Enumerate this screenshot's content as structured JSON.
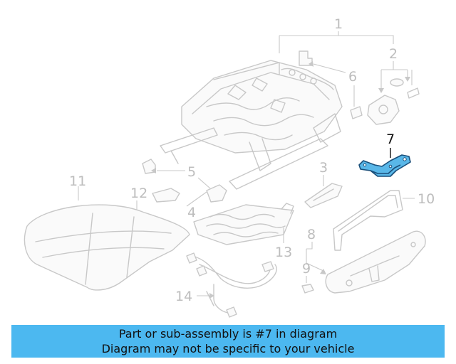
{
  "diagram": {
    "highlighted_part": "7",
    "highlight_color": "#59b7e8",
    "callouts": {
      "c1": "1",
      "c2": "2",
      "c3": "3",
      "c4": "4",
      "c5": "5",
      "c6": "6",
      "c7": "7",
      "c8": "8",
      "c9": "9",
      "c10": "10",
      "c11": "11",
      "c12": "12",
      "c13": "13",
      "c14": "14"
    }
  },
  "banner": {
    "line1": "Part or sub-assembly is #7 in diagram",
    "line2": "Diagram may not be specific to your vehicle",
    "background": "#4cb8f0"
  }
}
